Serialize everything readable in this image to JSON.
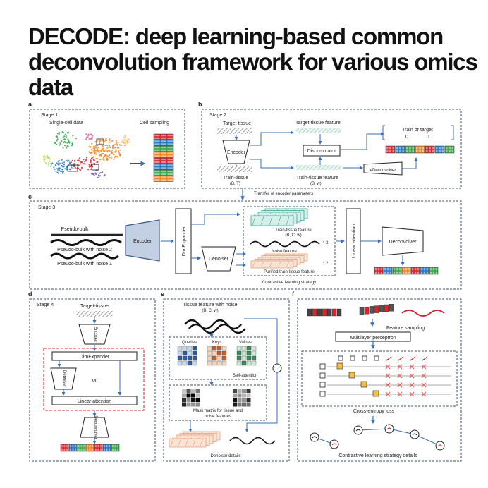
{
  "title": "DECODE: deep learning-based common deconvolution framework for various omics data",
  "panel_a": {
    "letter": "a",
    "stage": "Stage 1",
    "single_cell": "Single-cell data",
    "cell_sampling": "Cell sampling"
  },
  "panel_b": {
    "letter": "b",
    "stage": "Stage 2",
    "target_tissue": "Target-tissue",
    "target_feature": "Target-tissue feature",
    "train_or_target": "Train or target",
    "zero": "0",
    "one": "1",
    "encoder": "Encoder",
    "discriminator": "Discriminator",
    "edeconvolver": "eDeconvolver",
    "train_tissue": "Train-tissue",
    "train_tissue_dims": "(B, T)",
    "train_feature": "Train-tissue feature",
    "train_feature_dims": "(B, w)",
    "transfer": "Transfer of encoder parameters"
  },
  "panel_c": {
    "letter": "c",
    "stage": "Stage 3",
    "pseudo_bulk": "Pseudo-bulk",
    "noise2": "Pseudo-bulk with noise 2",
    "noise1": "Pseudo-bulk with noise 1",
    "encoder": "Encoder",
    "dimexpander": "DimExpander",
    "denoiser": "Denoiser",
    "train_feature": "Train-tissue feature",
    "train_feature_dims": "(B, C, w)",
    "noise_feature": "Noise feature",
    "purified": "Purified train-tissue feature",
    "times2": "* 2",
    "linear_attention": "Linear attention",
    "deconvolver": "Deconvolver",
    "contrastive": "Contrastive learning strategy"
  },
  "panel_d": {
    "letter": "d",
    "stage": "Stage 4",
    "target_tissue": "Target-tissue",
    "encoder": "Encoder",
    "dimexpander": "DimExpander",
    "denoiser": "Denoiser",
    "or": "or",
    "linear_attention": "Linear attention",
    "deconvolver": "Deconvolver"
  },
  "panel_e": {
    "letter": "e",
    "tissue_noise": "Tissue feature with noise",
    "dims": "(B, C, w)",
    "queries": "Queries",
    "keys": "Keys",
    "values": "Values",
    "self_attention": "Self-attention",
    "mask_line1": "Mask matrix for tissue and",
    "mask_line2": "noise features",
    "denoiser_details": "Denoiser details"
  },
  "panel_f": {
    "letter": "f",
    "feature_sampling": "Feature sampling",
    "mlp": "Multilayer perceptron",
    "ce_loss": "Cross-entropy loss",
    "contrastive_details": "Contrastive learning strategy details"
  },
  "colors": {
    "accent_blue": "#3b6fb6",
    "dash": "#3d4f6e",
    "red_dashed": "#d9352b",
    "cell_red": "#d7262e",
    "cell_blue": "#2f7bc4",
    "cell_green": "#3aa74a",
    "cell_orange": "#f08a2c",
    "teal_stack": "#3aa596",
    "peach_stack": "#e3a27d"
  }
}
